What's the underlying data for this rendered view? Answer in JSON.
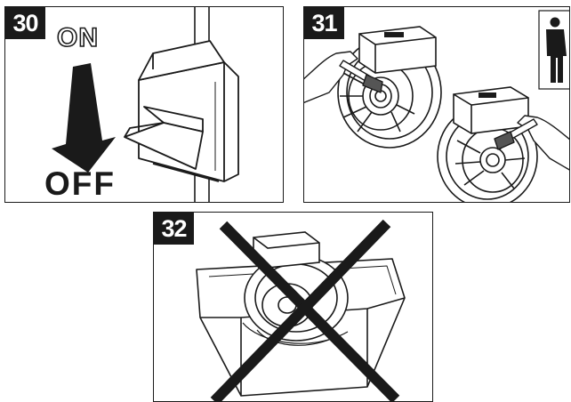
{
  "steps": [
    {
      "number": "30",
      "on_label": "ON",
      "off_label": "OFF"
    },
    {
      "number": "31"
    },
    {
      "number": "32"
    }
  ]
}
